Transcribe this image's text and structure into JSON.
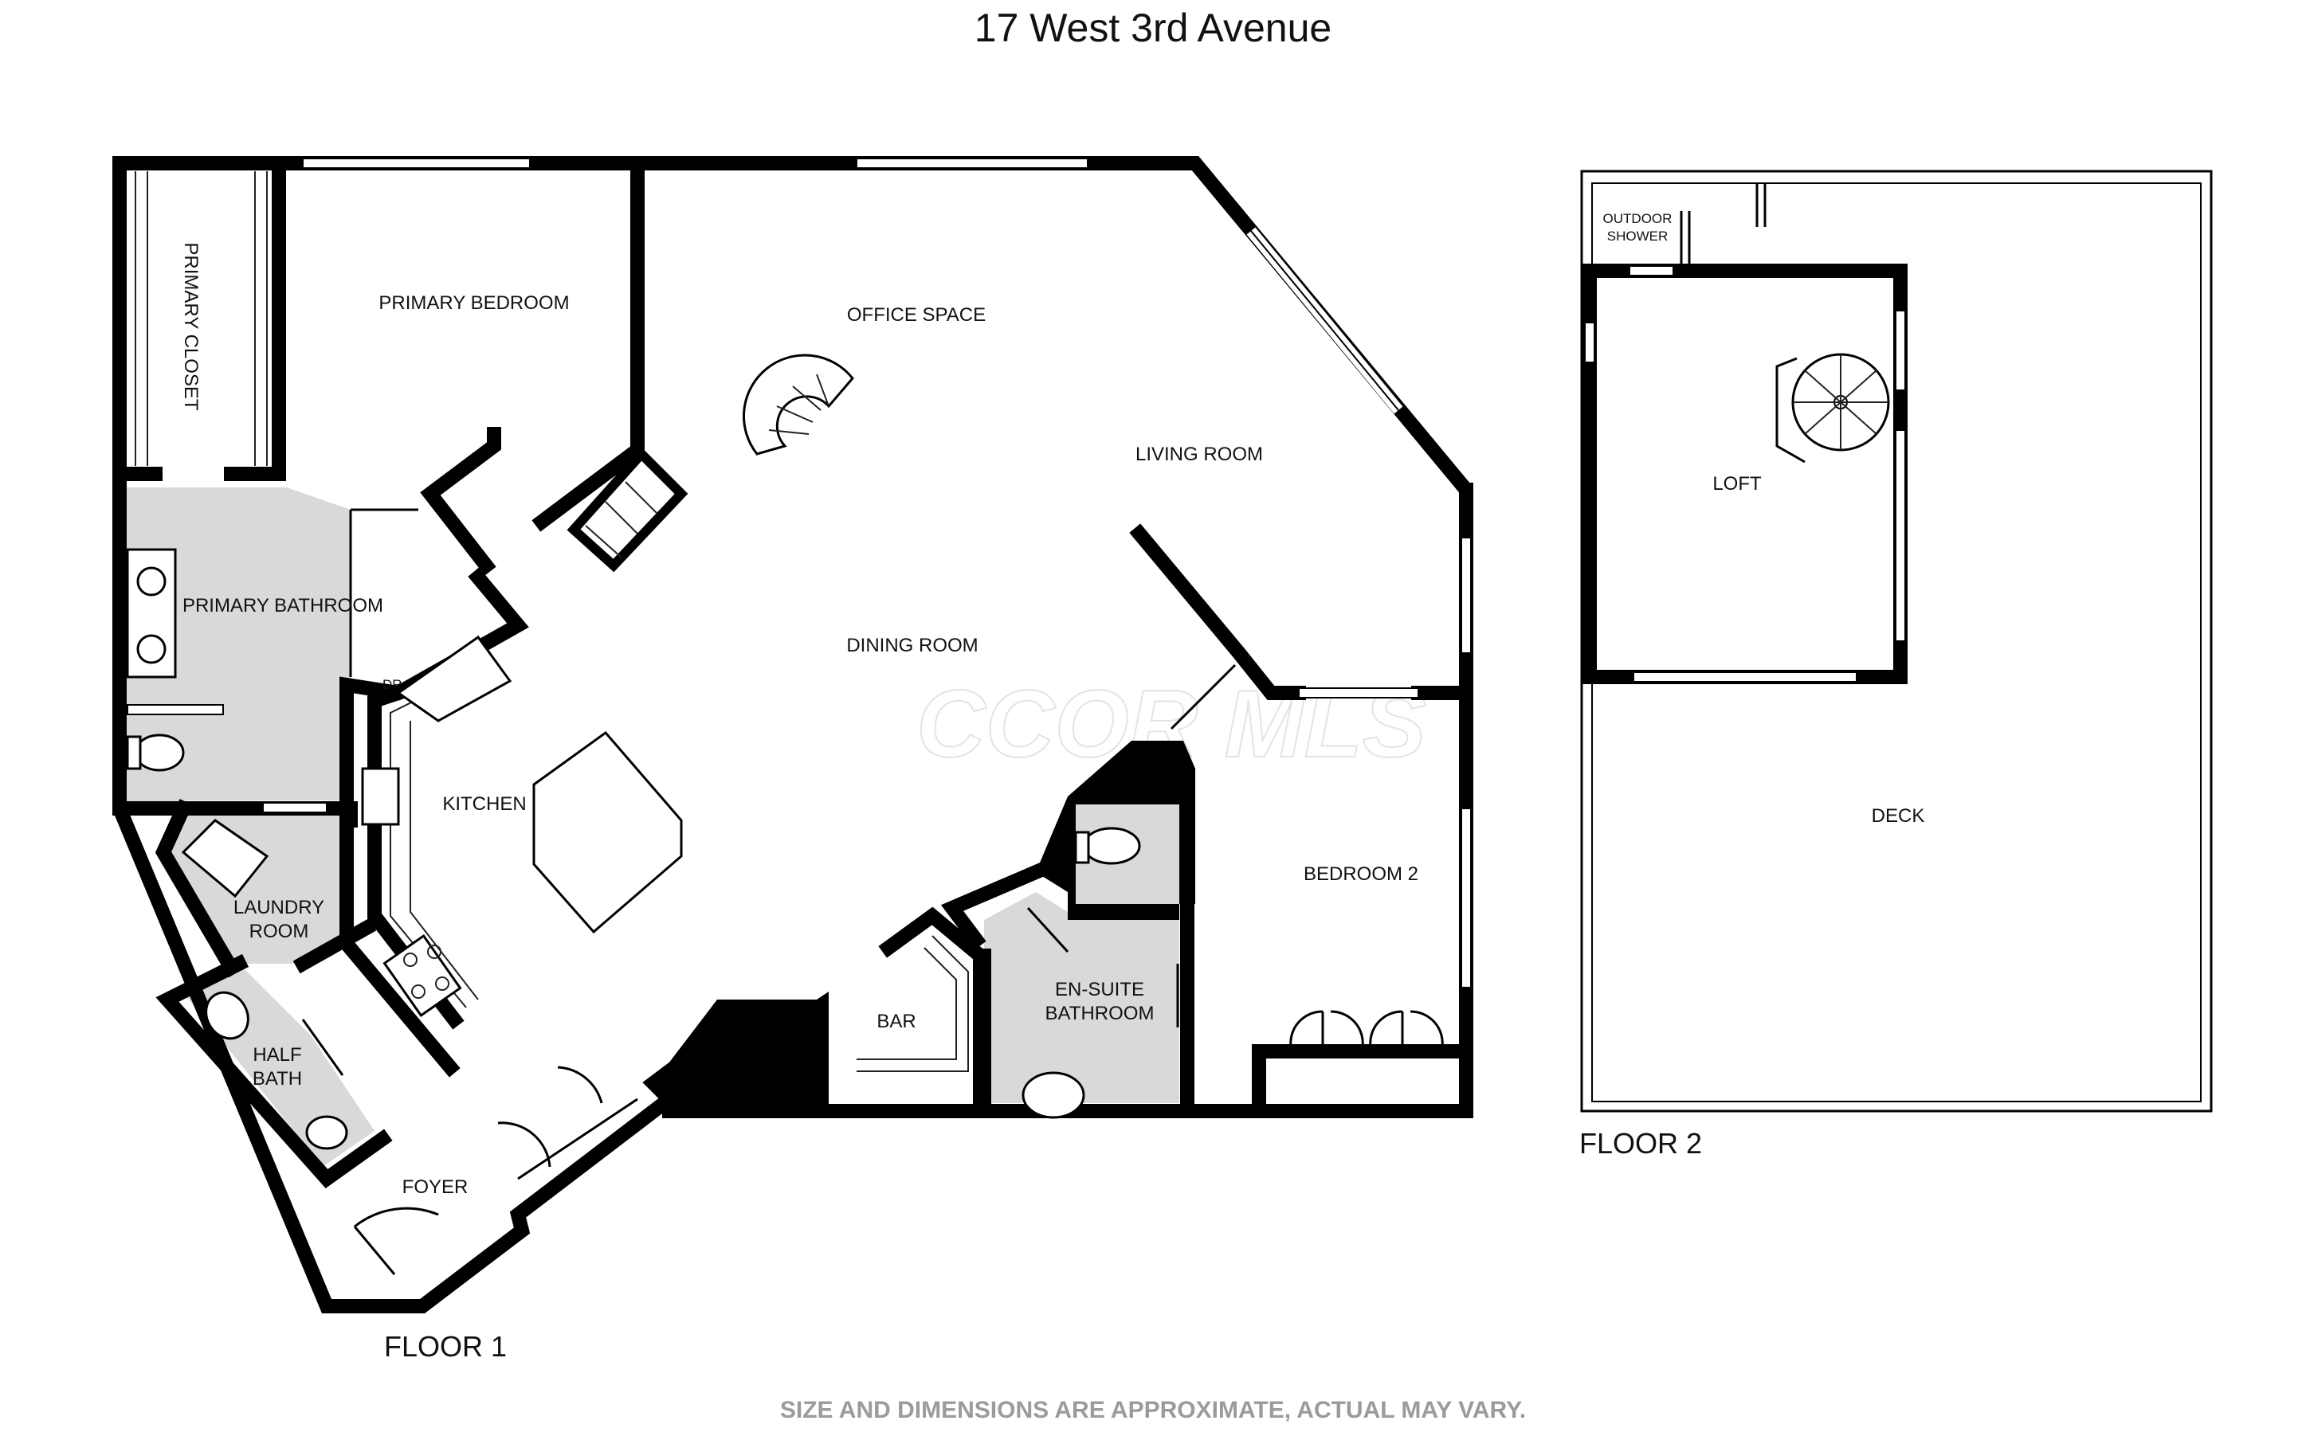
{
  "title": "17 West 3rd Avenue",
  "watermark": "CCOR MLS",
  "disclaimer": "SIZE AND DIMENSIONS ARE APPROXIMATE, ACTUAL MAY VARY.",
  "floor1": {
    "label": "FLOOR 1",
    "rooms": {
      "primary_closet": "PRIMARY CLOSET",
      "primary_bedroom": "PRIMARY BEDROOM",
      "office_space": "OFFICE SPACE",
      "living_room": "LIVING ROOM",
      "primary_bathroom": "PRIMARY BATHROOM",
      "dining_room": "DINING ROOM",
      "kitchen": "KITCHEN",
      "laundry_room_line1": "LAUNDRY",
      "laundry_room_line2": "ROOM",
      "half_bath_line1": "HALF",
      "half_bath_line2": "BATH",
      "foyer": "FOYER",
      "bar": "BAR",
      "en_suite_line1": "EN-SUITE",
      "en_suite_line2": "BATHROOM",
      "bedroom_2": "BEDROOM 2"
    },
    "fixture_labels": {
      "dryer": "DR"
    }
  },
  "floor2": {
    "label": "FLOOR 2",
    "rooms": {
      "outdoor_shower_line1": "OUTDOOR",
      "outdoor_shower_line2": "SHOWER",
      "loft": "LOFT",
      "deck": "DECK"
    }
  },
  "colors": {
    "wall": "#000000",
    "wet_room_fill": "#d9d9d9",
    "disclaimer_text": "#9b9b9b",
    "background": "#ffffff"
  }
}
